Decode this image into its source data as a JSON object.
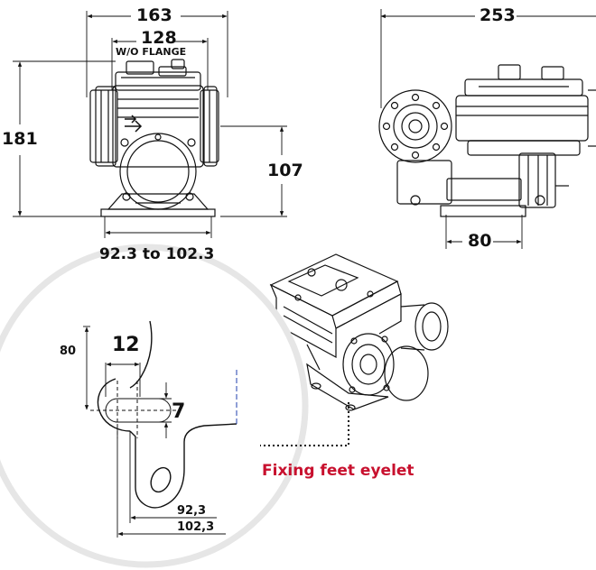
{
  "colors": {
    "line": "#111111",
    "accent": "#c8102e",
    "shadow": "#e6e6e6"
  },
  "icons": {
    "flow-direction": "double-arrow-right"
  },
  "front_view": {
    "width_overall": "163",
    "width_without_flange": "128",
    "without_flange_note": "W/O FLANGE",
    "height_overall": "181",
    "height_to_inlet_axis": "107",
    "feet_spacing": "92.3 to 102.3"
  },
  "side_view": {
    "length_overall": "253",
    "foot_length": "80"
  },
  "detail_view": {
    "height_to_eyelet": "80",
    "slot_length": "12",
    "slot_width": "7",
    "spacing_min": "92,3",
    "spacing_max": "102,3"
  },
  "callout": {
    "label": "Fixing feet eyelet"
  }
}
